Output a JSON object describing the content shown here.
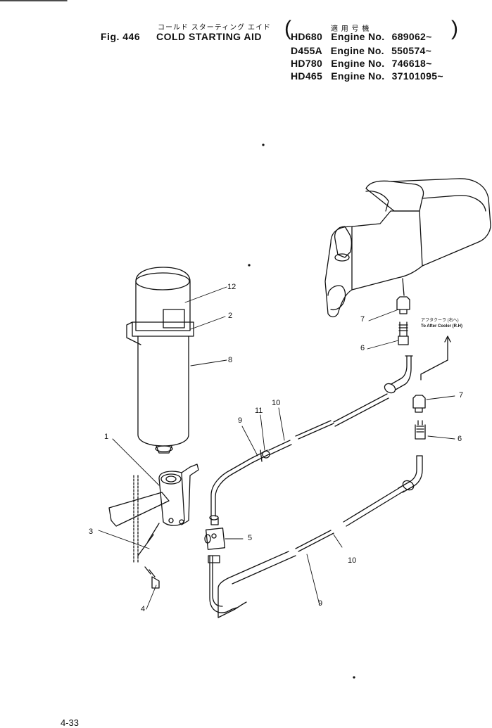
{
  "header": {
    "jp_title": "コールド スターティング エイド",
    "fig_label": "Fig. 446",
    "title": "COLD STARTING AID",
    "applicability_jp": "適 用 号 機",
    "applicability": [
      {
        "model": "HD680",
        "label": "Engine No.",
        "serial": "689062~"
      },
      {
        "model": "D455A",
        "label": "Engine No.",
        "serial": "550574~"
      },
      {
        "model": "HD780",
        "label": "Engine No.",
        "serial": "746618~"
      },
      {
        "model": "HD465",
        "label": "Engine No.",
        "serial": "37101095~"
      }
    ]
  },
  "callouts": {
    "c12": "12",
    "c2": "2",
    "c8": "8",
    "c1": "1",
    "c3": "3",
    "c4": "4",
    "c5": "5",
    "c9a": "9",
    "c11": "11",
    "c10a": "10",
    "c7a": "7",
    "c6a": "6",
    "c7b": "7",
    "c6b": "6",
    "c10b": "10",
    "c9b": "9"
  },
  "note": {
    "jp": "アフタクーラ (右へ)",
    "en": "To After Cooler (R.H)"
  },
  "footer": {
    "page_no": "4-33"
  }
}
